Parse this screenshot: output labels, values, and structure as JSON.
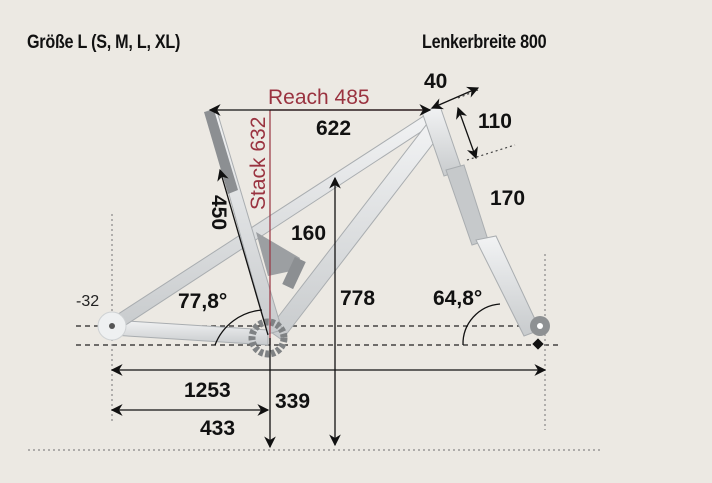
{
  "header": {
    "size_label": "Größe L (S, M, L, XL)",
    "handlebar_width": "Lenkerbreite 800"
  },
  "geometry": {
    "reach": "Reach 485",
    "stack": "Stack 632",
    "top_tube": "622",
    "stem_length": "40",
    "head_tube": "110",
    "fork_travel": "170",
    "seat_tube": "450",
    "rear_travel": "160",
    "bb_drop": "-32",
    "seat_angle": "77,8°",
    "head_angle": "64,8°",
    "standover": "778",
    "wheelbase": "1253",
    "chainstay": "433",
    "bb_height": "339"
  },
  "colors": {
    "background": "#ece9e3",
    "frame": "#d4d6d8",
    "accent_red": "#9a3340",
    "text": "#111111"
  }
}
